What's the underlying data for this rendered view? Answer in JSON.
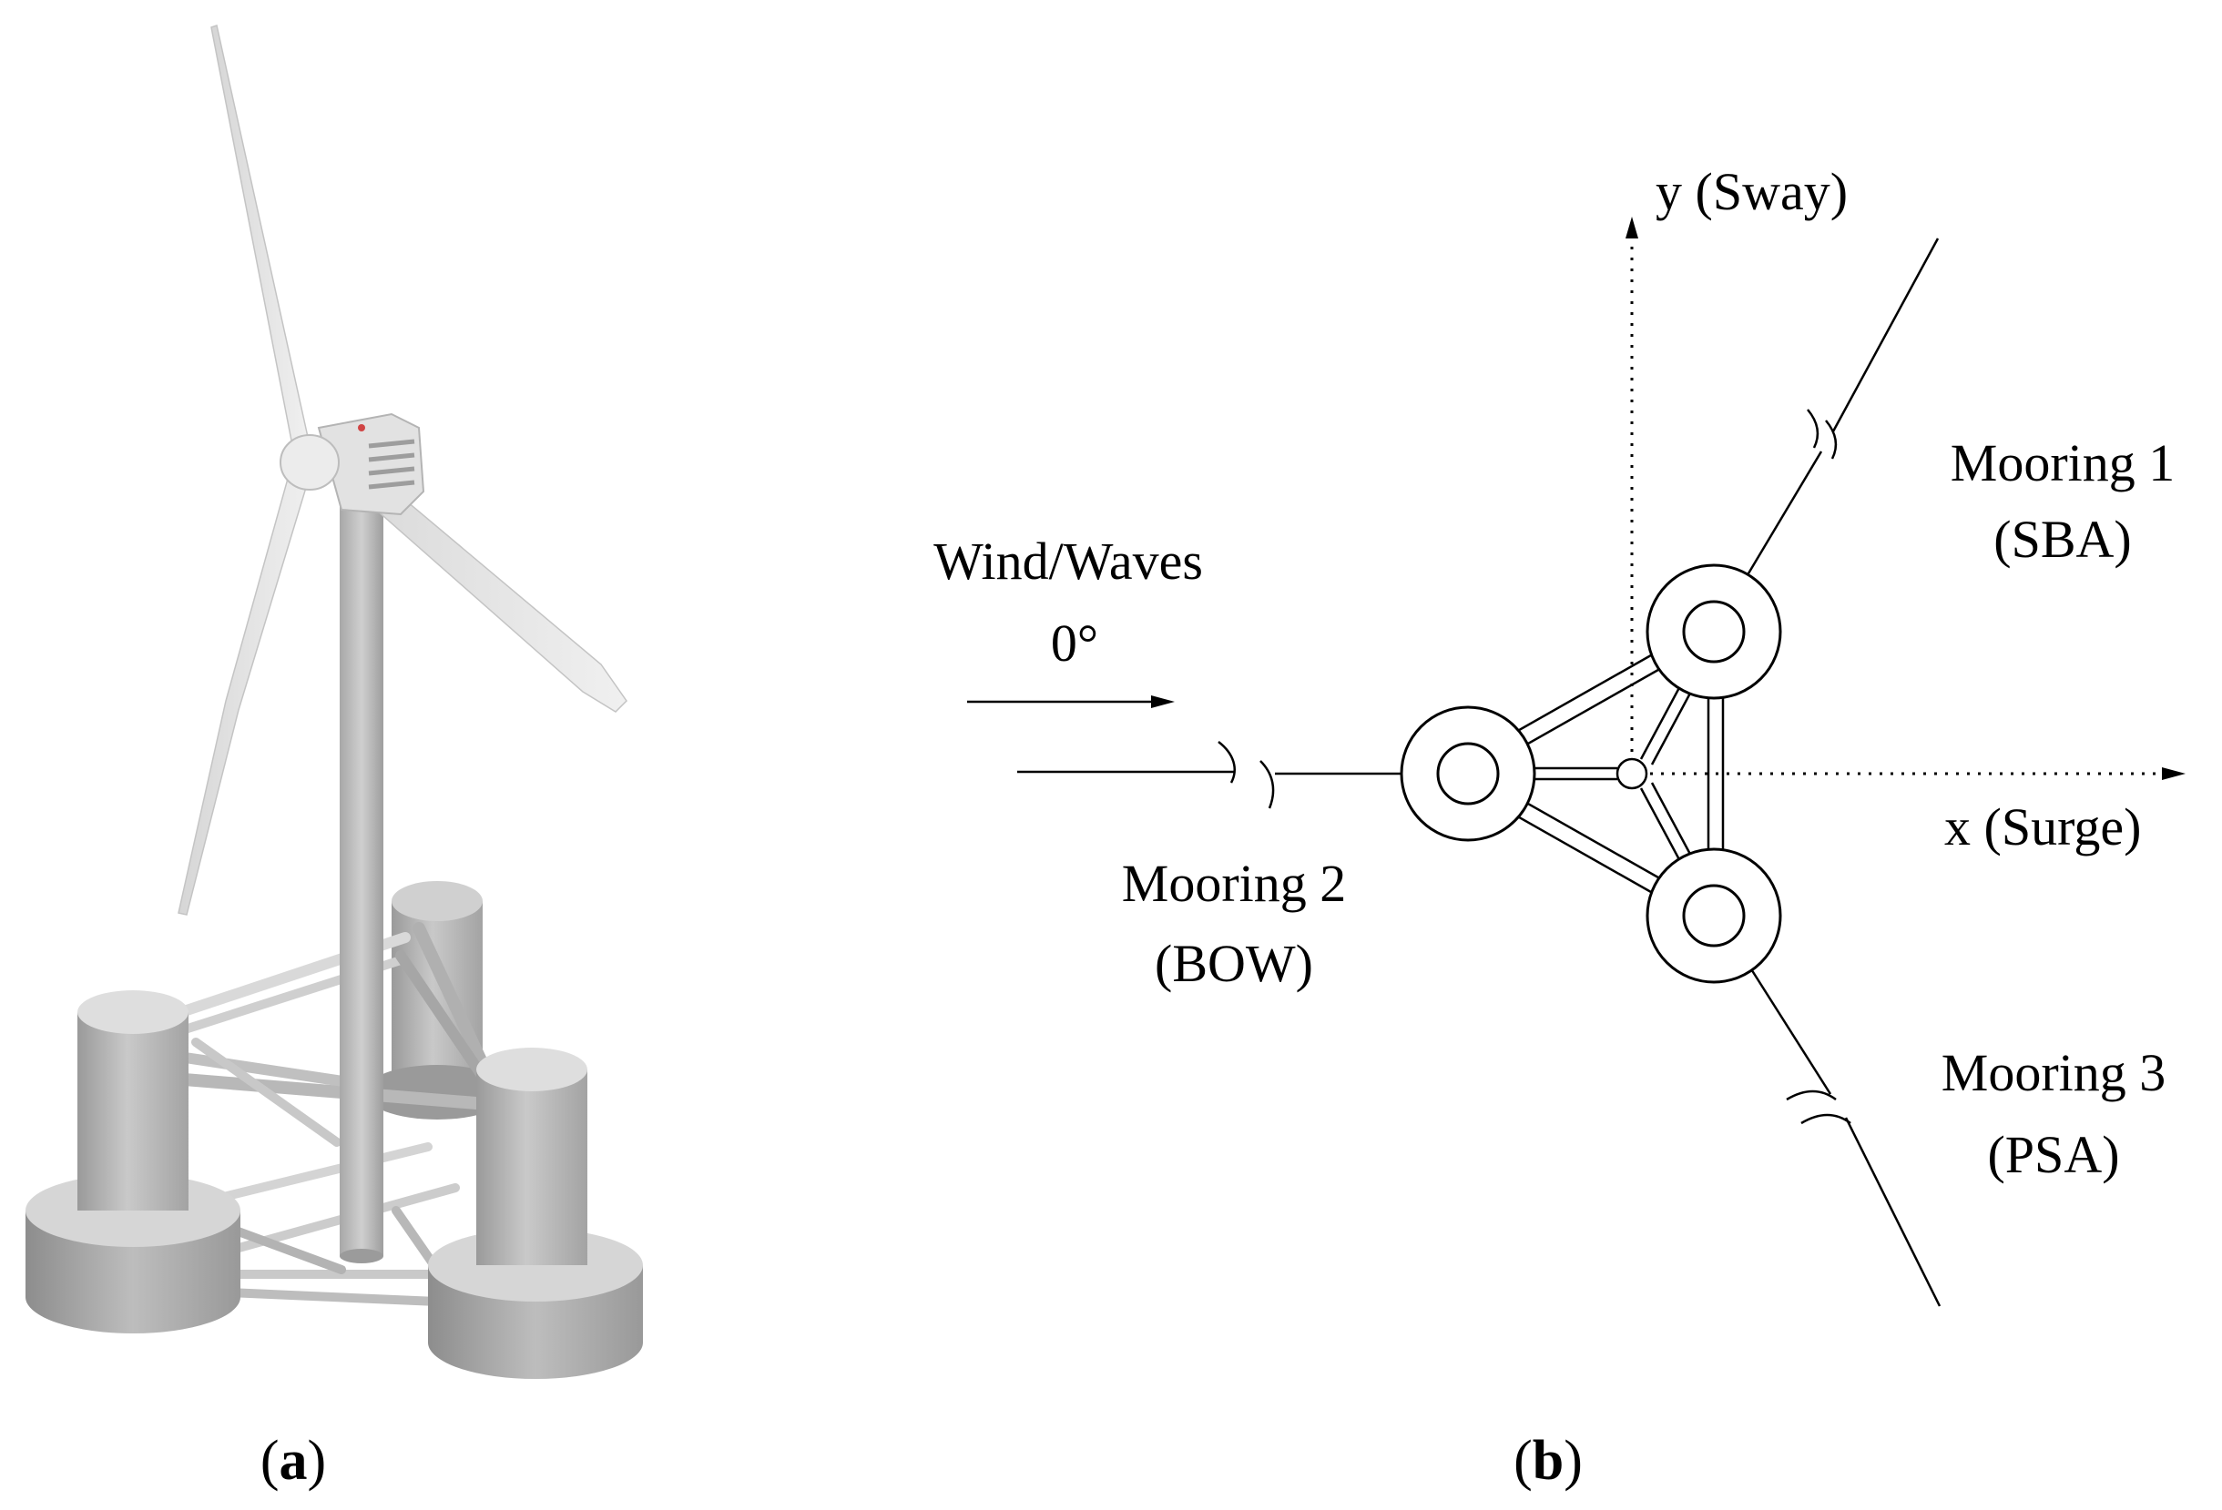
{
  "panels": {
    "a": {
      "open": "(",
      "letter": "a",
      "close": ")"
    },
    "b": {
      "open": "(",
      "letter": "b",
      "close": ")"
    }
  },
  "diagram": {
    "y_axis_label": "y (Sway)",
    "x_axis_label": "x (Surge)",
    "wind_label": "Wind/Waves",
    "wind_angle": "0°",
    "mooring1": {
      "name": "Mooring 1",
      "tag": "(SBA)"
    },
    "mooring2": {
      "name": "Mooring 2",
      "tag": "(BOW)"
    },
    "mooring3": {
      "name": "Mooring 3",
      "tag": "(PSA)"
    }
  },
  "colors": {
    "line": "#000000",
    "platform_light": "#d4d4d4",
    "platform_mid": "#b5b5b5",
    "platform_dark": "#8f8f8f",
    "blade": "#e6e6e6",
    "blade_shade": "#c8c8c8"
  }
}
